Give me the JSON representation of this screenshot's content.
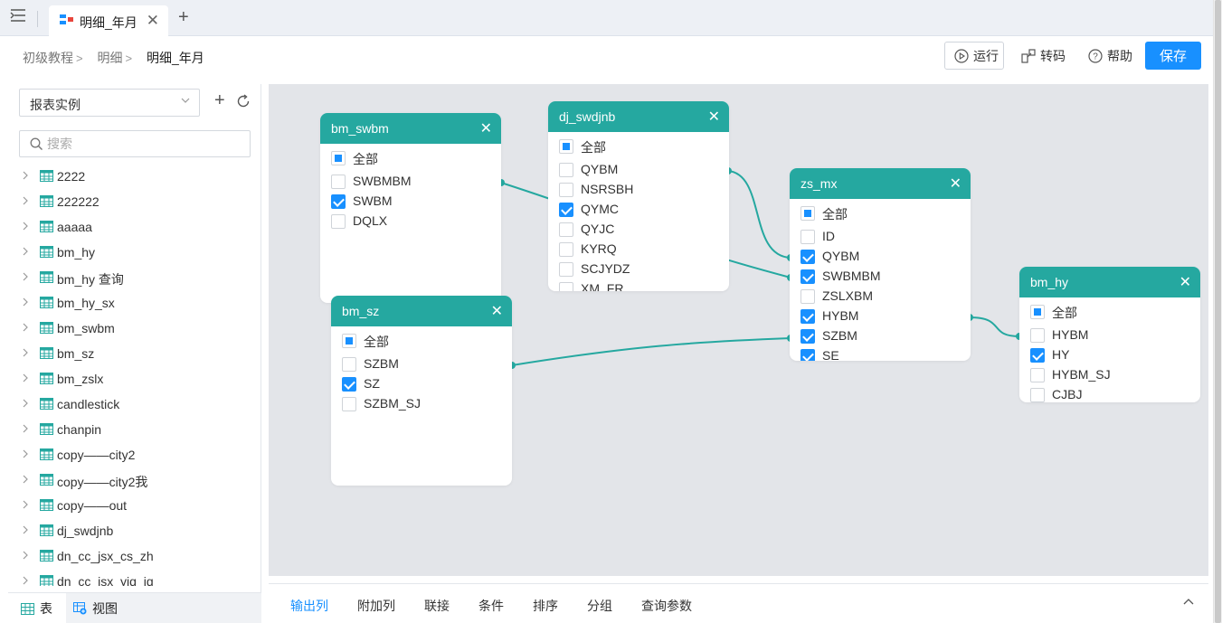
{
  "tabbar": {
    "tab_label": "明细_年月",
    "close": "✕",
    "add": "+",
    "menu": "☰"
  },
  "breadcrumb": {
    "items": [
      "初级教程",
      "明细"
    ],
    "current": "明细_年月",
    "sep": ">"
  },
  "toolbar": {
    "run": "运行",
    "code": "转码",
    "help": "帮助",
    "save": "保存"
  },
  "left": {
    "select_value": "报表实例",
    "add": "+",
    "search_placeholder": "搜索",
    "tree": [
      "2222",
      "222222",
      "aaaaa",
      "bm_hy",
      "bm_hy 查询",
      "bm_hy_sx",
      "bm_swbm",
      "bm_sz",
      "bm_zslx",
      "candlestick",
      "chanpin",
      "copy——city2",
      "copy——city2我",
      "copy——out",
      "dj_swdjnb",
      "dn_cc_jsx_cs_zh",
      "dn_cc_jsx_yiq_jq"
    ],
    "bottom_tabs": {
      "table": "表",
      "view": "视图"
    }
  },
  "nodes": {
    "bm_swbm": {
      "title": "bm_swbm",
      "all": "全部",
      "fields": [
        {
          "name": "SWBMBM",
          "checked": false
        },
        {
          "name": "SWBM",
          "checked": true
        },
        {
          "name": "DQLX",
          "checked": false
        }
      ]
    },
    "dj_swdjnb": {
      "title": "dj_swdjnb",
      "all": "全部",
      "fields": [
        {
          "name": "QYBM",
          "checked": false
        },
        {
          "name": "NSRSBH",
          "checked": false
        },
        {
          "name": "QYMC",
          "checked": true
        },
        {
          "name": "QYJC",
          "checked": false
        },
        {
          "name": "KYRQ",
          "checked": false
        },
        {
          "name": "SCJYDZ",
          "checked": false
        },
        {
          "name": "XM_FR",
          "checked": false
        }
      ]
    },
    "zs_mx": {
      "title": "zs_mx",
      "all": "全部",
      "fields": [
        {
          "name": "ID",
          "checked": false
        },
        {
          "name": "QYBM",
          "checked": true
        },
        {
          "name": "SWBMBM",
          "checked": true
        },
        {
          "name": "ZSLXBM",
          "checked": false
        },
        {
          "name": "HYBM",
          "checked": true
        },
        {
          "name": "SZBM",
          "checked": true
        },
        {
          "name": "SE",
          "checked": true
        }
      ]
    },
    "bm_sz": {
      "title": "bm_sz",
      "all": "全部",
      "fields": [
        {
          "name": "SZBM",
          "checked": false
        },
        {
          "name": "SZ",
          "checked": true
        },
        {
          "name": "SZBM_SJ",
          "checked": false
        }
      ]
    },
    "bm_hy": {
      "title": "bm_hy",
      "all": "全部",
      "fields": [
        {
          "name": "HYBM",
          "checked": false
        },
        {
          "name": "HY",
          "checked": true
        },
        {
          "name": "HYBM_SJ",
          "checked": false
        },
        {
          "name": "CJBJ",
          "checked": false
        }
      ]
    }
  },
  "bottom_tabs": [
    "输出列",
    "附加列",
    "联接",
    "条件",
    "排序",
    "分组",
    "查询参数"
  ],
  "colors": {
    "accent": "#1890ff",
    "node_header": "#25a8a0",
    "canvas": "#e3e5e9"
  }
}
